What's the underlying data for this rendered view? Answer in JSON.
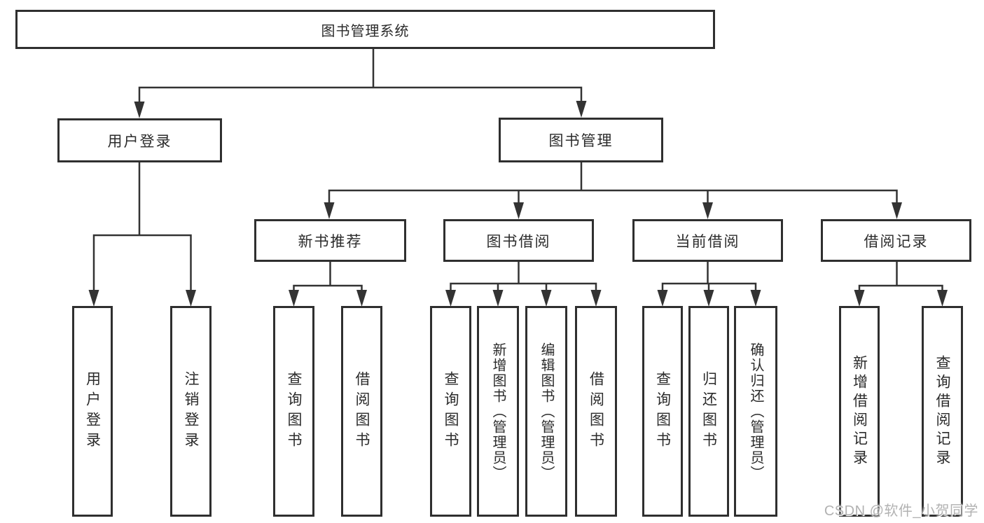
{
  "tree": {
    "label": "图书管理系统",
    "children": [
      {
        "label": "用户登录",
        "children": [
          {
            "label": "用户登录"
          },
          {
            "label": "注销登录"
          }
        ]
      },
      {
        "label": "图书管理",
        "children": [
          {
            "label": "新书推荐",
            "children": [
              {
                "label": "查询图书"
              },
              {
                "label": "借阅图书"
              }
            ]
          },
          {
            "label": "图书借阅",
            "children": [
              {
                "label": "查询图书"
              },
              {
                "label": "新增图书（管理员）"
              },
              {
                "label": "编辑图书（管理员）"
              },
              {
                "label": "借阅图书"
              }
            ]
          },
          {
            "label": "当前借阅",
            "children": [
              {
                "label": "查询图书"
              },
              {
                "label": "归还图书"
              },
              {
                "label": "确认归还（管理员）"
              }
            ]
          },
          {
            "label": "借阅记录",
            "children": [
              {
                "label": "新增借阅记录"
              },
              {
                "label": "查询借阅记录"
              }
            ]
          }
        ]
      }
    ]
  },
  "watermark": {
    "text": "CSDN @软件_小贺同学"
  },
  "colors": {
    "line": "#333333",
    "box_border": "#2f2f2f",
    "text": "#2b2b2b",
    "watermark": "#a5a5a5",
    "background": "#ffffff"
  }
}
